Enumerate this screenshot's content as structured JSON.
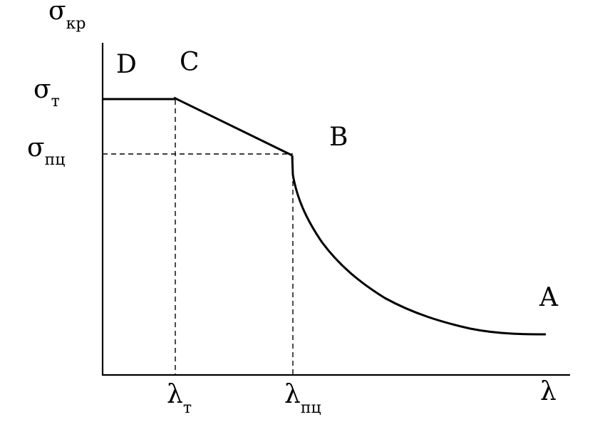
{
  "axes": {
    "y_symbol": "σ",
    "y_subscript": "кр",
    "x_symbol": "λ"
  },
  "y_ticks": [
    {
      "symbol": "σ",
      "subscript": "т"
    },
    {
      "symbol": "σ",
      "subscript": "пц"
    }
  ],
  "x_ticks": [
    {
      "symbol": "λ",
      "subscript": "т"
    },
    {
      "symbol": "λ",
      "subscript": "пц"
    }
  ],
  "points": {
    "A": "A",
    "B": "B",
    "C": "C",
    "D": "D"
  },
  "colors": {
    "line": "#000000",
    "background": "#ffffff"
  }
}
